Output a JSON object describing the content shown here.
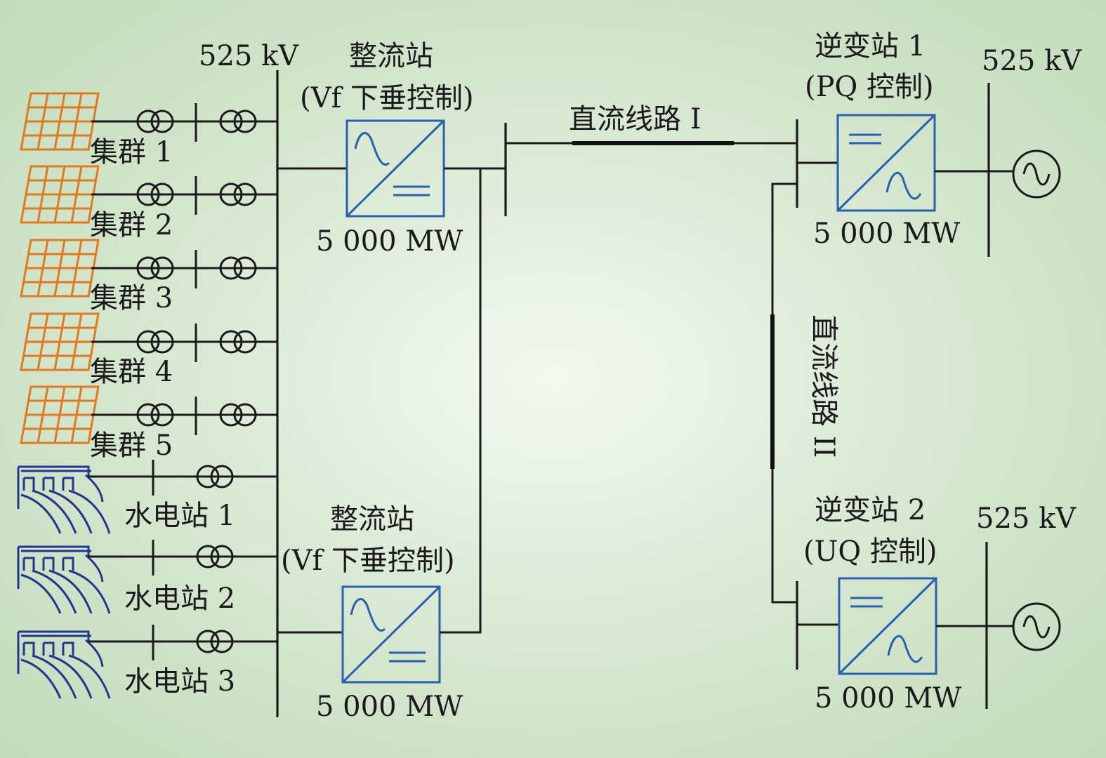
{
  "labels": {
    "bus_voltage_main": "525 kV",
    "bus_voltage_inv1": "525 kV",
    "bus_voltage_inv2": "525 kV",
    "rectifier_top_name": "整流站",
    "rectifier_top_ctrl": "(Vf 下垂控制)",
    "rectifier_top_rating": "5 000 MW",
    "rectifier_bottom_name": "整流站",
    "rectifier_bottom_ctrl": "(Vf 下垂控制)",
    "rectifier_bottom_rating": "5 000 MW",
    "inverter1_name": "逆变站 1",
    "inverter1_ctrl": "(PQ 控制)",
    "inverter1_rating": "5 000 MW",
    "inverter2_name": "逆变站 2",
    "inverter2_ctrl": "(UQ 控制)",
    "inverter2_rating": "5 000 MW",
    "dc_line_1": "直流线路 I",
    "dc_line_2": "直流线路 II"
  },
  "clusters": [
    "集群 1",
    "集群 2",
    "集群 3",
    "集群 4",
    "集群 5"
  ],
  "hydro_stations": [
    "水电站 1",
    "水电站 2",
    "水电站 3"
  ],
  "colors": {
    "pv": "#e07a20",
    "hydro": "#24358c",
    "converter": "#2a5fb0",
    "line": "#1a1a1a"
  }
}
